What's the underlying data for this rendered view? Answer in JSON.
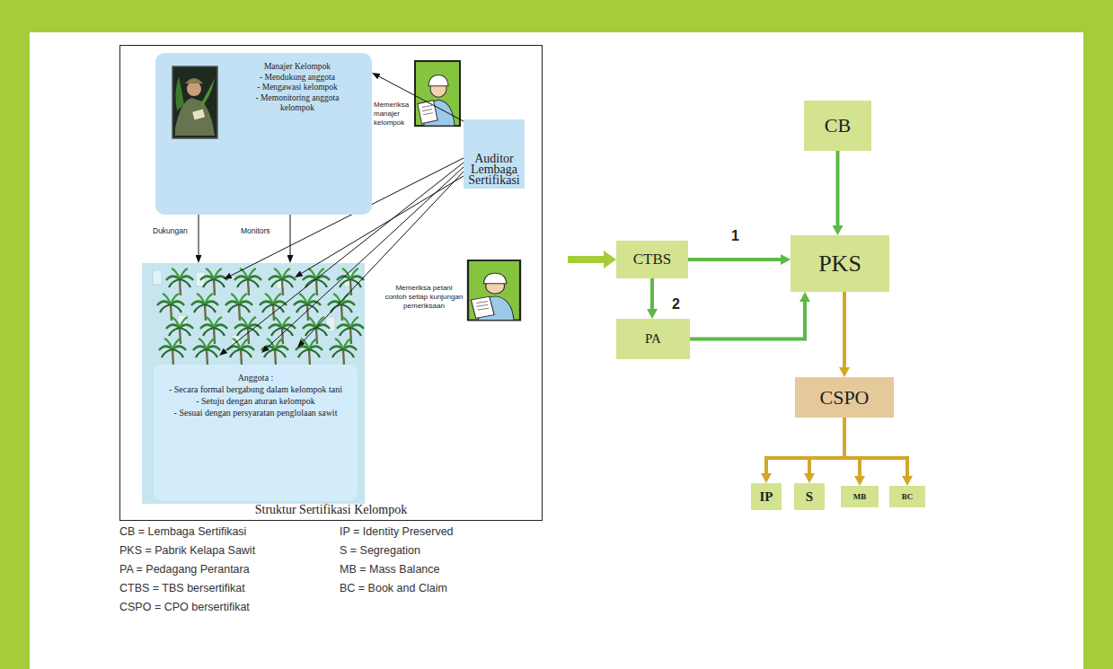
{
  "diagram": {
    "nodes": [
      {
        "text": [
          "Struktur Sertifikasi Kelompok"
        ]
      },
      {
        "text": [
          "Manajer Kelompok",
          "- Mendukung anggota",
          "- Mengawasi kelompok",
          "- Memonitoring anggota kelompok"
        ],
        "in": 0
      },
      {
        "text": [
          "Auditor Lembaga Sertifikasi"
        ],
        "in": 0
      },
      {
        "text": [
          "Anggota :",
          "- Secara formal bergabung dalam kelompok tani",
          "- Setuju dengan aturan kelompok",
          "- Sesuai dengan persyaratan penglolaan sawit"
        ],
        "in": 0
      },
      {
        "text": [
          "CTBS"
        ]
      },
      {
        "text": [
          "CB"
        ]
      },
      {
        "text": [
          "PKS"
        ]
      },
      {
        "text": [
          "PA"
        ]
      },
      {
        "text": [
          "CSPO"
        ]
      },
      {
        "text": [
          "IP"
        ]
      },
      {
        "text": [
          "S"
        ]
      },
      {
        "text": [
          "MB"
        ]
      },
      {
        "text": [
          "BC"
        ]
      }
    ],
    "edges": [
      {
        "from": 2,
        "to": 1,
        "arrow": "to"
      },
      {
        "from": 2,
        "to": 3,
        "arrow": "to"
      },
      {
        "from": 2,
        "to": 3,
        "arrow": "to"
      },
      {
        "from": 2,
        "to": 3,
        "arrow": "to"
      },
      {
        "from": 2,
        "to": 3,
        "arrow": "to"
      },
      {
        "from": 2,
        "to": 3,
        "arrow": "to"
      },
      {
        "from": 1,
        "to": 3,
        "label": "Dukungan",
        "arrow": "to"
      },
      {
        "from": 1,
        "to": 3,
        "label": "Monitors",
        "arrow": "to"
      },
      {
        "from": 0,
        "to": 4,
        "arrow": "to"
      },
      {
        "from": 5,
        "to": 6,
        "arrow": "to"
      },
      {
        "from": 4,
        "to": 6,
        "label": "1",
        "arrow": "to"
      },
      {
        "from": 4,
        "to": 7,
        "label": "2",
        "arrow": "to"
      },
      {
        "from": 7,
        "to": 6,
        "arrow": "to"
      },
      {
        "from": 6,
        "to": 8,
        "arrow": "to"
      },
      {
        "from": 8,
        "to": 9,
        "arrow": "to"
      },
      {
        "from": 8,
        "to": 10,
        "arrow": "to"
      },
      {
        "from": 8,
        "to": 11,
        "arrow": "to"
      },
      {
        "from": 8,
        "to": 12,
        "arrow": "to"
      }
    ],
    "labels": [
      "Memeriksa manajer kelompok",
      "Memeriksa petani contoh setiap kunjungan pemeriksaan",
      "CB = Lembaga Sertifikasi",
      "PKS = Pabrik Kelapa Sawit",
      "PA = Pedagang Perantara",
      "CTBS = TBS bersertifikat",
      "CSPO = CPO bersertifikat",
      "IP = Identity Preserved",
      "S = Segregation",
      "MB = Mass Balance",
      "BC = Book and Claim"
    ]
  }
}
